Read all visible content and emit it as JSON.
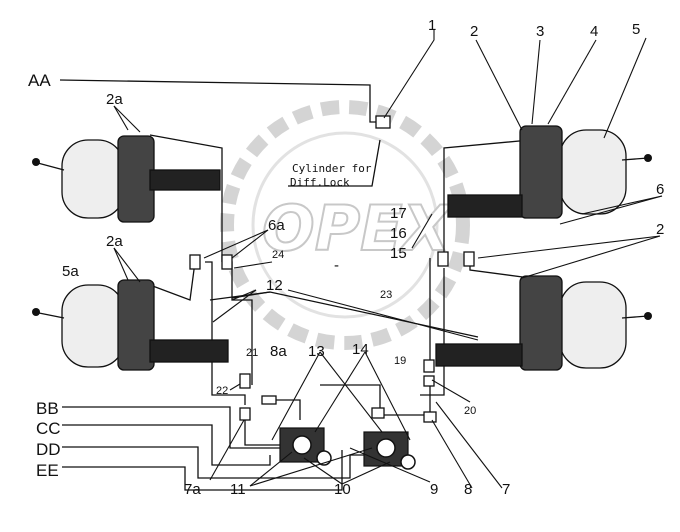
{
  "watermark": "OPEX",
  "caption": {
    "line1": "Cylinder for",
    "line2": "Diff.Lock"
  },
  "connections": [
    "AA",
    "BB",
    "CC",
    "DD",
    "EE"
  ],
  "labels": {
    "n1": "1",
    "n2_top": "2",
    "n3": "3",
    "n4": "4",
    "n5": "5",
    "n2a_top": "2a",
    "n2a_mid": "2a",
    "n5a": "5a",
    "n6": "6",
    "n6a": "6a",
    "n2_right": "2",
    "n17": "17",
    "n16": "16",
    "n15": "15",
    "n24": "24",
    "n12": "12",
    "n23": "23",
    "n21": "21",
    "n8a": "8a",
    "n13": "13",
    "n14": "14",
    "n19": "19",
    "n22": "22",
    "n20": "20",
    "n7a": "7a",
    "n11": "11",
    "n10": "10",
    "n9": "9",
    "n8": "8",
    "n7": "7",
    "dash": "-"
  }
}
